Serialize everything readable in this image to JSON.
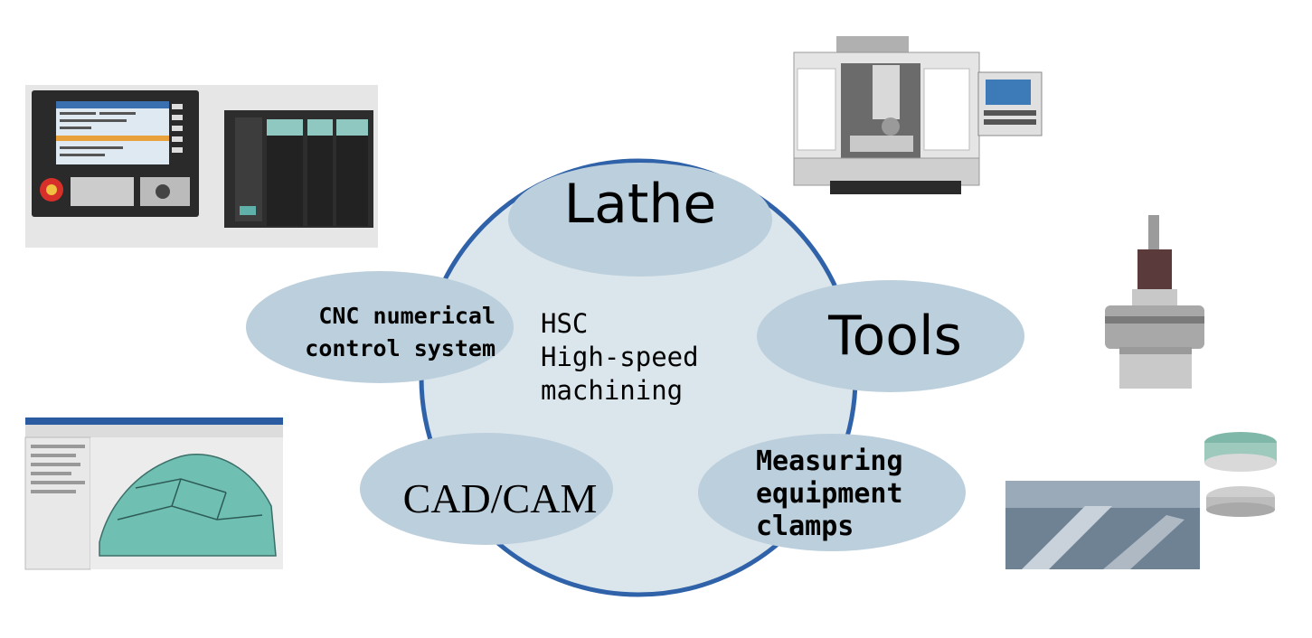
{
  "center": {
    "lines": [
      "HSC",
      "High-speed",
      "machining"
    ]
  },
  "nodes": {
    "lathe": "Lathe",
    "tools": "Tools",
    "measuring": [
      "Measuring",
      "equipment",
      "clamps"
    ],
    "cadcam": "CAD/CAM",
    "cnc": [
      "CNC numerical",
      "control system"
    ]
  },
  "colors": {
    "ellipse_fill": "#bccfdc",
    "ring_stroke": "#2f62a8",
    "center_fill": "#dbe5ec"
  },
  "images": {
    "cnc_controller": "cnc-controller-photo",
    "machining_center": "machining-center-photo",
    "tool_holder": "tool-holder-photo",
    "cad_software": "cad-software-screenshot",
    "measuring_clamps": "measuring-clamps-photo"
  }
}
